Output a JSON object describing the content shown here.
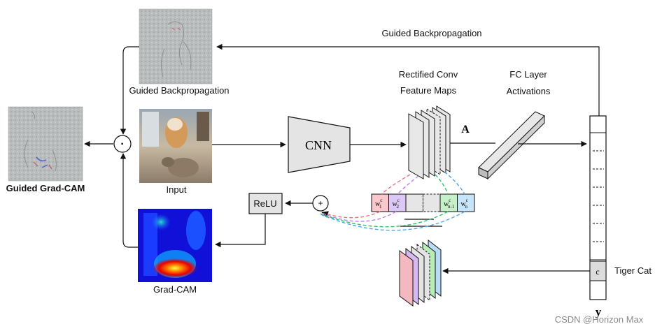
{
  "labels": {
    "top_feedback": "Guided Backpropagation",
    "guided_bp_image": "Guided Backpropagation",
    "input": "Input",
    "guided_gradcam": "Guided Grad-CAM",
    "gradcam": "Grad-CAM",
    "cnn": "CNN",
    "feature_maps_line1": "Rectified Conv",
    "feature_maps_line2": "Feature Maps",
    "fc_line1": "FC Layer",
    "fc_line2": "Activations",
    "activation_symbol": "A",
    "relu": "ReLU",
    "multiply_symbol": "·",
    "sum_symbol": "+",
    "class_cell": "c",
    "class_name": "Tiger Cat",
    "output_symbol": "y",
    "watermark": "CSDN @Horizon Max"
  },
  "weights": [
    {
      "text": "w",
      "sub": "1",
      "sup": "c",
      "color": "#f8c8cc"
    },
    {
      "text": "w",
      "sub": "2",
      "sup": "c",
      "color": "#dcc8f4"
    },
    {
      "text": "",
      "sub": "",
      "sup": "",
      "color": "#e6e6e6"
    },
    {
      "text": "",
      "sub": "",
      "sup": "",
      "color": "#e6e6e6"
    },
    {
      "text": "w",
      "sub": "n-1",
      "sup": "c",
      "color": "#c8f0c8"
    },
    {
      "text": "w",
      "sub": "n",
      "sup": "c",
      "color": "#c8e4f8"
    }
  ],
  "colors": {
    "pink": "#f4b8c0",
    "purple": "#d7b8f0",
    "green": "#b8ecb8",
    "blue": "#b8dcf8",
    "gray": "#e4e4e4",
    "dash_pink": "#f07080",
    "dash_purple": "#c080f0",
    "dash_green": "#30c070",
    "dash_blue": "#50a8f0"
  }
}
